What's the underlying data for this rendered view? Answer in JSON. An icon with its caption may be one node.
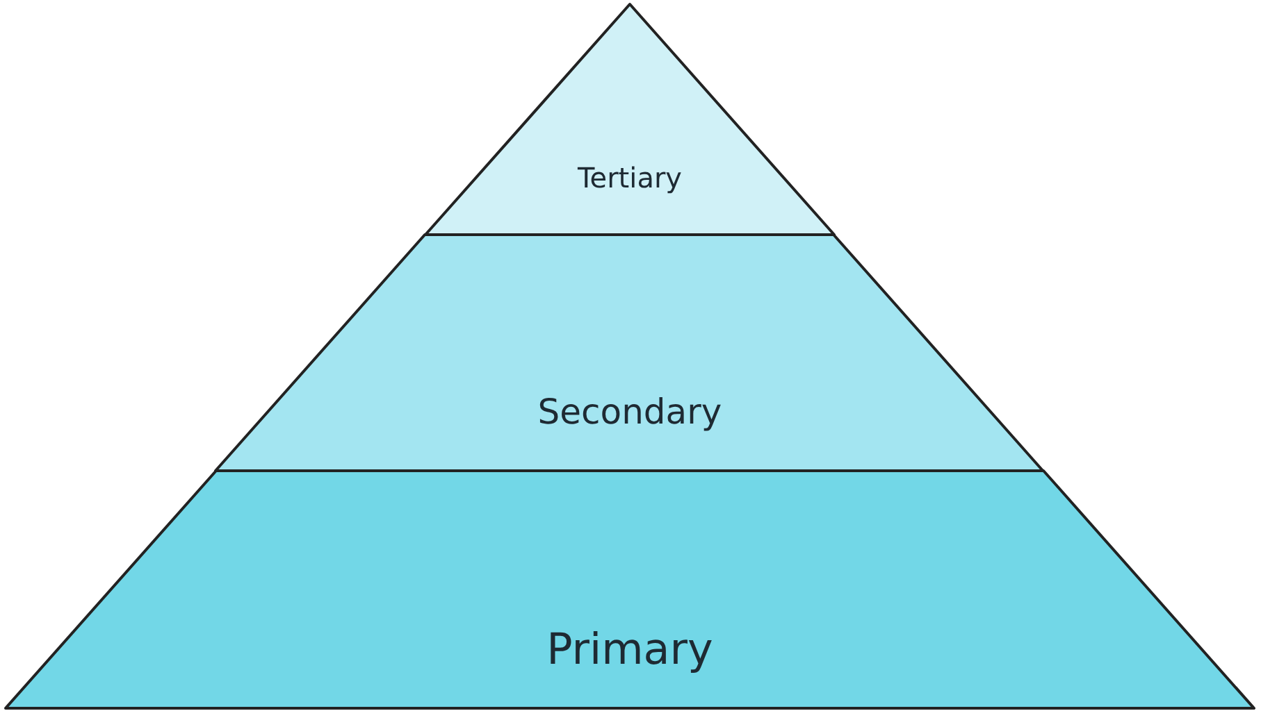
{
  "diagram": {
    "nodes": [
      {
        "text": [
          "Tertiary"
        ]
      },
      {
        "text": [
          "Secondary"
        ]
      },
      {
        "text": [
          "Primary"
        ]
      }
    ]
  }
}
